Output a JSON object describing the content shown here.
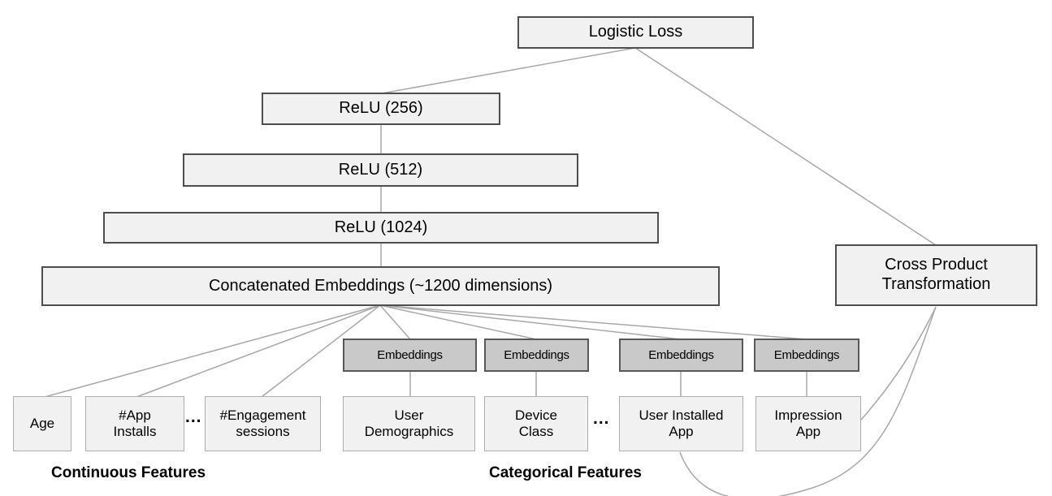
{
  "diagram": {
    "title_implicit": "Wide and Deep model architecture",
    "nodes": {
      "logistic_loss": "Logistic Loss",
      "relu_256": "ReLU (256)",
      "relu_512": "ReLU (512)",
      "relu_1024": "ReLU (1024)",
      "concatenated_embeddings": "Concatenated Embeddings (~1200 dimensions)",
      "cross_product": "Cross Product\nTransformation",
      "embeddings": "Embeddings",
      "age": "Age",
      "app_installs": "#App\nInstalls",
      "engagement_sessions": "#Engagement\nsessions",
      "user_demographics": "User\nDemographics",
      "device_class": "Device\nClass",
      "user_installed_app": "User Installed\nApp",
      "impression_app": "Impression\nApp"
    },
    "ellipsis": "...",
    "group_labels": {
      "continuous": "Continuous Features",
      "categorical": "Categorical Features"
    },
    "colors": {
      "box_fill_light": "#f1f1f1",
      "box_border_dark": "#4e4e4e",
      "embedding_fill": "#c9c9c9",
      "feature_border": "#aeaeae",
      "edge_line": "#a8a8a8",
      "text": "#000000"
    }
  }
}
